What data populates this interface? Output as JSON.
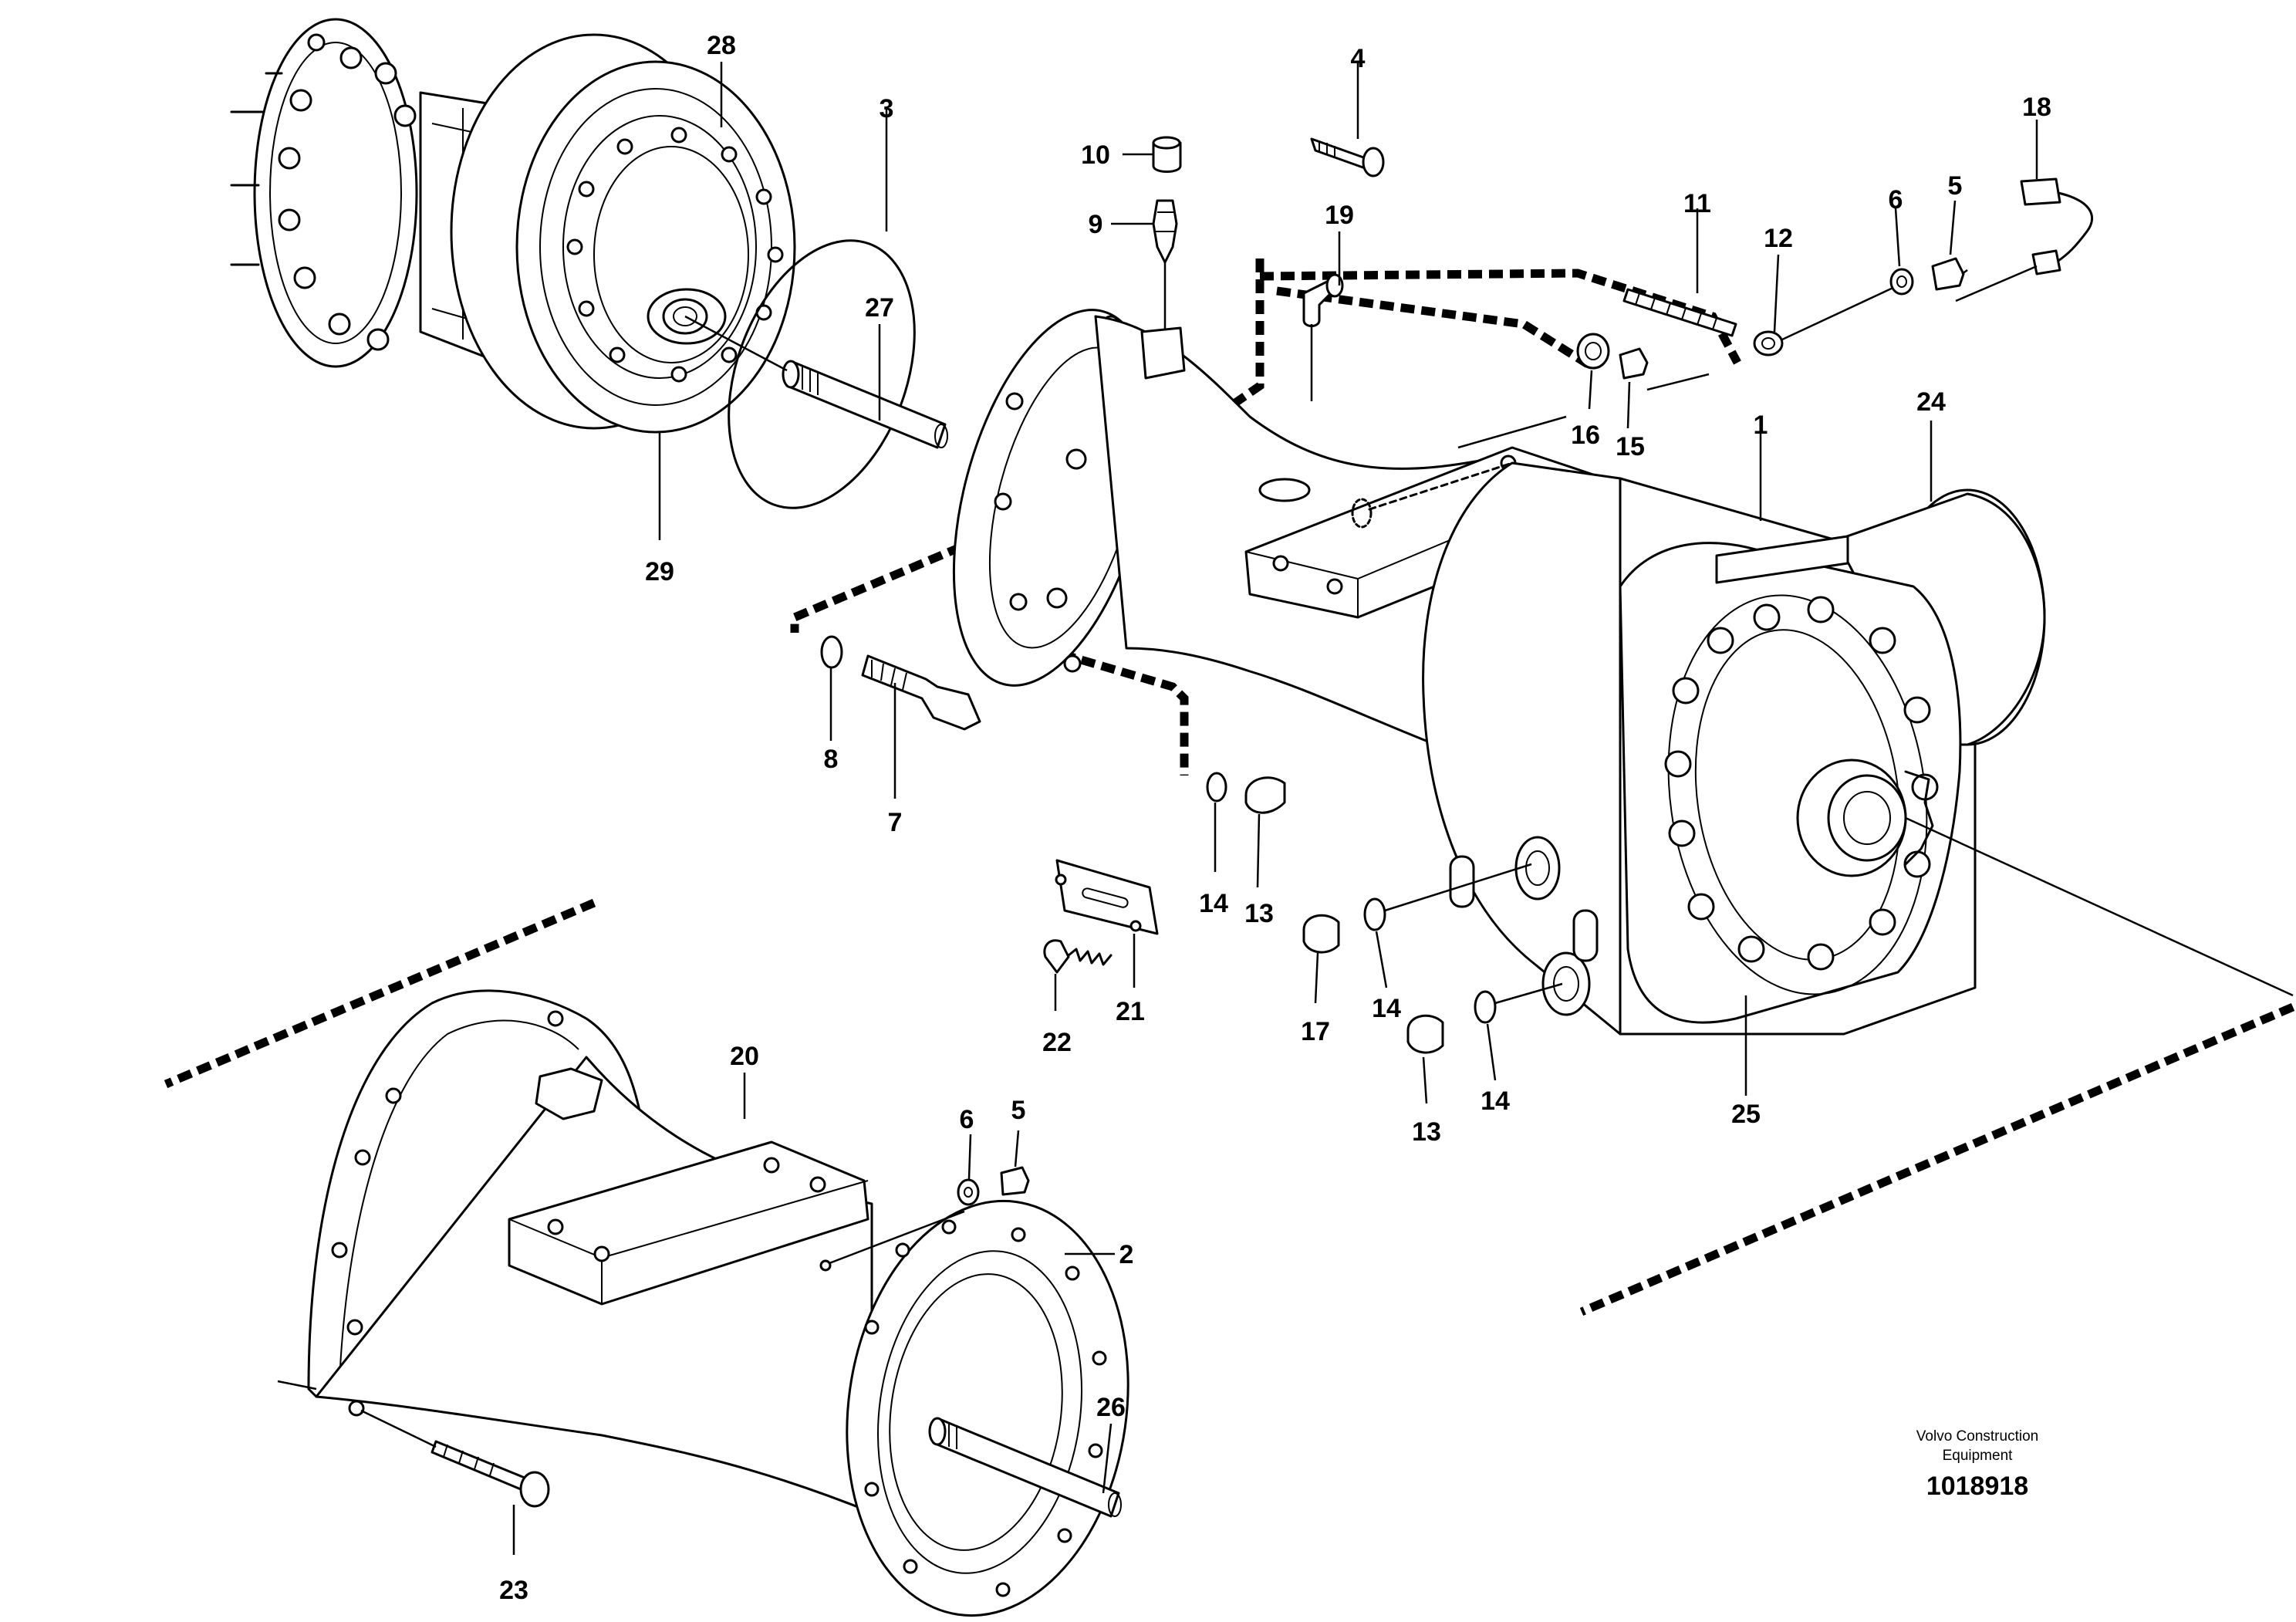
{
  "diagram": {
    "callouts": {
      "c1": "1",
      "c2": "2",
      "c3": "3",
      "c4": "4",
      "c5a": "5",
      "c5b": "5",
      "c6a": "6",
      "c6b": "6",
      "c7": "7",
      "c8": "8",
      "c9": "9",
      "c10": "10",
      "c11": "11",
      "c12": "12",
      "c13a": "13",
      "c13b": "13",
      "c14a": "14",
      "c14b": "14",
      "c14c": "14",
      "c15": "15",
      "c16": "16",
      "c17": "17",
      "c18": "18",
      "c19": "19",
      "c20": "20",
      "c21": "21",
      "c22": "22",
      "c23": "23",
      "c24": "24",
      "c25": "25",
      "c26": "26",
      "c27": "27",
      "c28": "28",
      "c29": "29"
    },
    "manufacturer_line1": "Volvo Construction",
    "manufacturer_line2": "Equipment",
    "document_number": "1018918"
  }
}
